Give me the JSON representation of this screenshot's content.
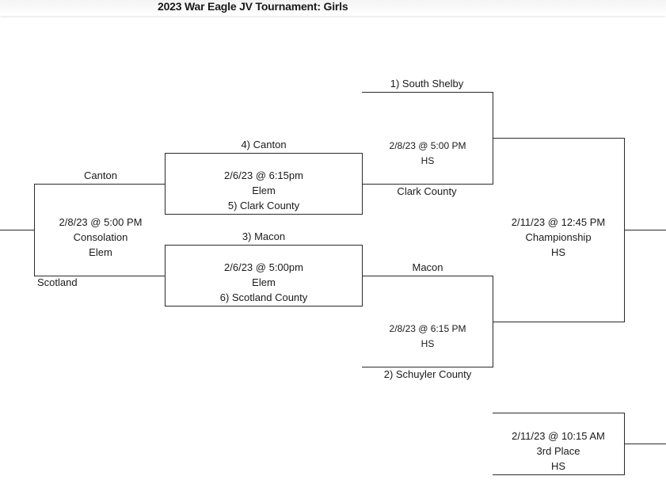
{
  "title": "2023 War Eagle JV Tournament: Girls",
  "teams": {
    "seed1": "1) South Shelby",
    "seed4": "4) Canton",
    "seed5": "5) Clark County",
    "seed3": "3)  Macon",
    "seed6": "6) Scotland County",
    "seed2": "2)  Schuyler County",
    "qf_canton": "Canton",
    "qf_scotland": "Scotland",
    "semi_clark": "Clark County",
    "semi_macon": "Macon"
  },
  "games": {
    "qf1": {
      "date": "2/6/23 @ 6:15pm",
      "site": "Elem"
    },
    "qf2": {
      "date": "2/6/23 @ 5:00pm",
      "site": "Elem"
    },
    "semi1": {
      "date": "2/8/23 @ 5:00 PM",
      "site": "HS"
    },
    "semi2": {
      "date": "2/8/23 @ 6:15 PM",
      "site": "HS"
    },
    "consolation": {
      "date": "2/8/23 @ 5:00 PM",
      "round": "Consolation",
      "site": "Elem"
    },
    "championship": {
      "date": "2/11/23 @ 12:45 PM",
      "round": "Championship",
      "site": "HS"
    },
    "third": {
      "date": "2/11/23 @ 10:15 AM",
      "round": "3rd Place",
      "site": "HS"
    }
  }
}
